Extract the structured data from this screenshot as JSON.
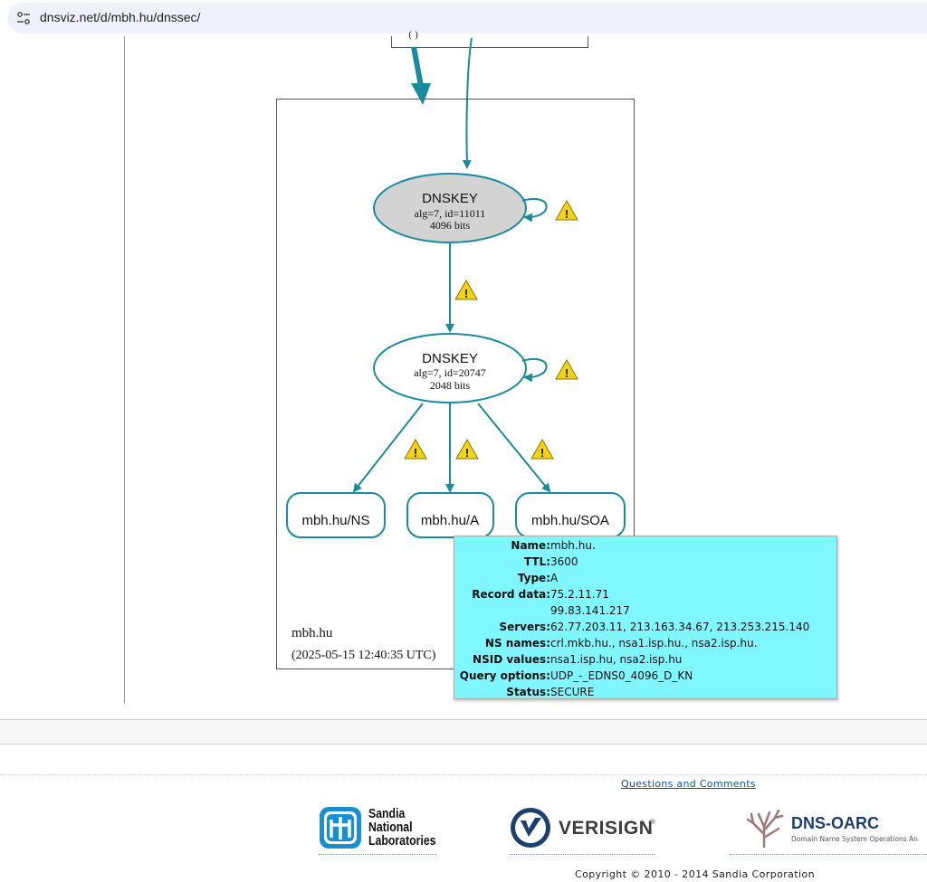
{
  "browser": {
    "url": "dnsviz.net/d/mbh.hu/dnssec/"
  },
  "graph": {
    "zone_name": "mbh.hu",
    "zone_timestamp": "(2025-05-15 12:40:35 UTC)",
    "parent_box_fragment": "(                                    )",
    "nodes": {
      "ksk": {
        "title": "DNSKEY",
        "line1": "alg=7, id=11011",
        "line2": "4096 bits",
        "fill": "#d3d3d3"
      },
      "zsk": {
        "title": "DNSKEY",
        "line1": "alg=7, id=20747",
        "line2": "2048 bits",
        "fill": "#ffffff"
      },
      "rr_ns": {
        "label": "mbh.hu/NS"
      },
      "rr_a": {
        "label": "mbh.hu/A"
      },
      "rr_soa": {
        "label": "mbh.hu/SOA"
      }
    },
    "edge_color": "#1a8b9b",
    "warning_icon": "warning-triangle-icon",
    "warning_color": "#f4d313",
    "warning_glyph": "!"
  },
  "tooltip": {
    "background": "#80f6ff",
    "rows": [
      {
        "label": "Name:",
        "value": "mbh.hu."
      },
      {
        "label": "TTL:",
        "value": "3600"
      },
      {
        "label": "Type:",
        "value": "A"
      },
      {
        "label": "Record data:",
        "value": "75.2.11.71"
      },
      {
        "label": "",
        "value": "99.83.141.217"
      },
      {
        "label": "Servers:",
        "value": "62.77.203.11, 213.163.34.67, 213.253.215.140"
      },
      {
        "label": "NS names:",
        "value": "crl.mkb.hu., nsa1.isp.hu., nsa2.isp.hu."
      },
      {
        "label": "NSID values:",
        "value": "nsa1.isp.hu, nsa2.isp.hu"
      },
      {
        "label": "Query options:",
        "value": "UDP_-_EDNS0_4096_D_KN"
      },
      {
        "label": "Status:",
        "value": "SECURE"
      }
    ]
  },
  "footer": {
    "questions_link": "Questions and Comments",
    "sandia": {
      "line1": "Sandia",
      "line2": "National",
      "line3": "Laboratories",
      "color": "#1a8fd0"
    },
    "verisign": {
      "text": "VERISIGN",
      "tm": "®"
    },
    "dnsoarc": {
      "title": "DNS-OARC",
      "subtitle": "Domain Name System Operations An"
    },
    "copyright": "Copyright © 2010 - 2014 Sandia Corporation"
  }
}
